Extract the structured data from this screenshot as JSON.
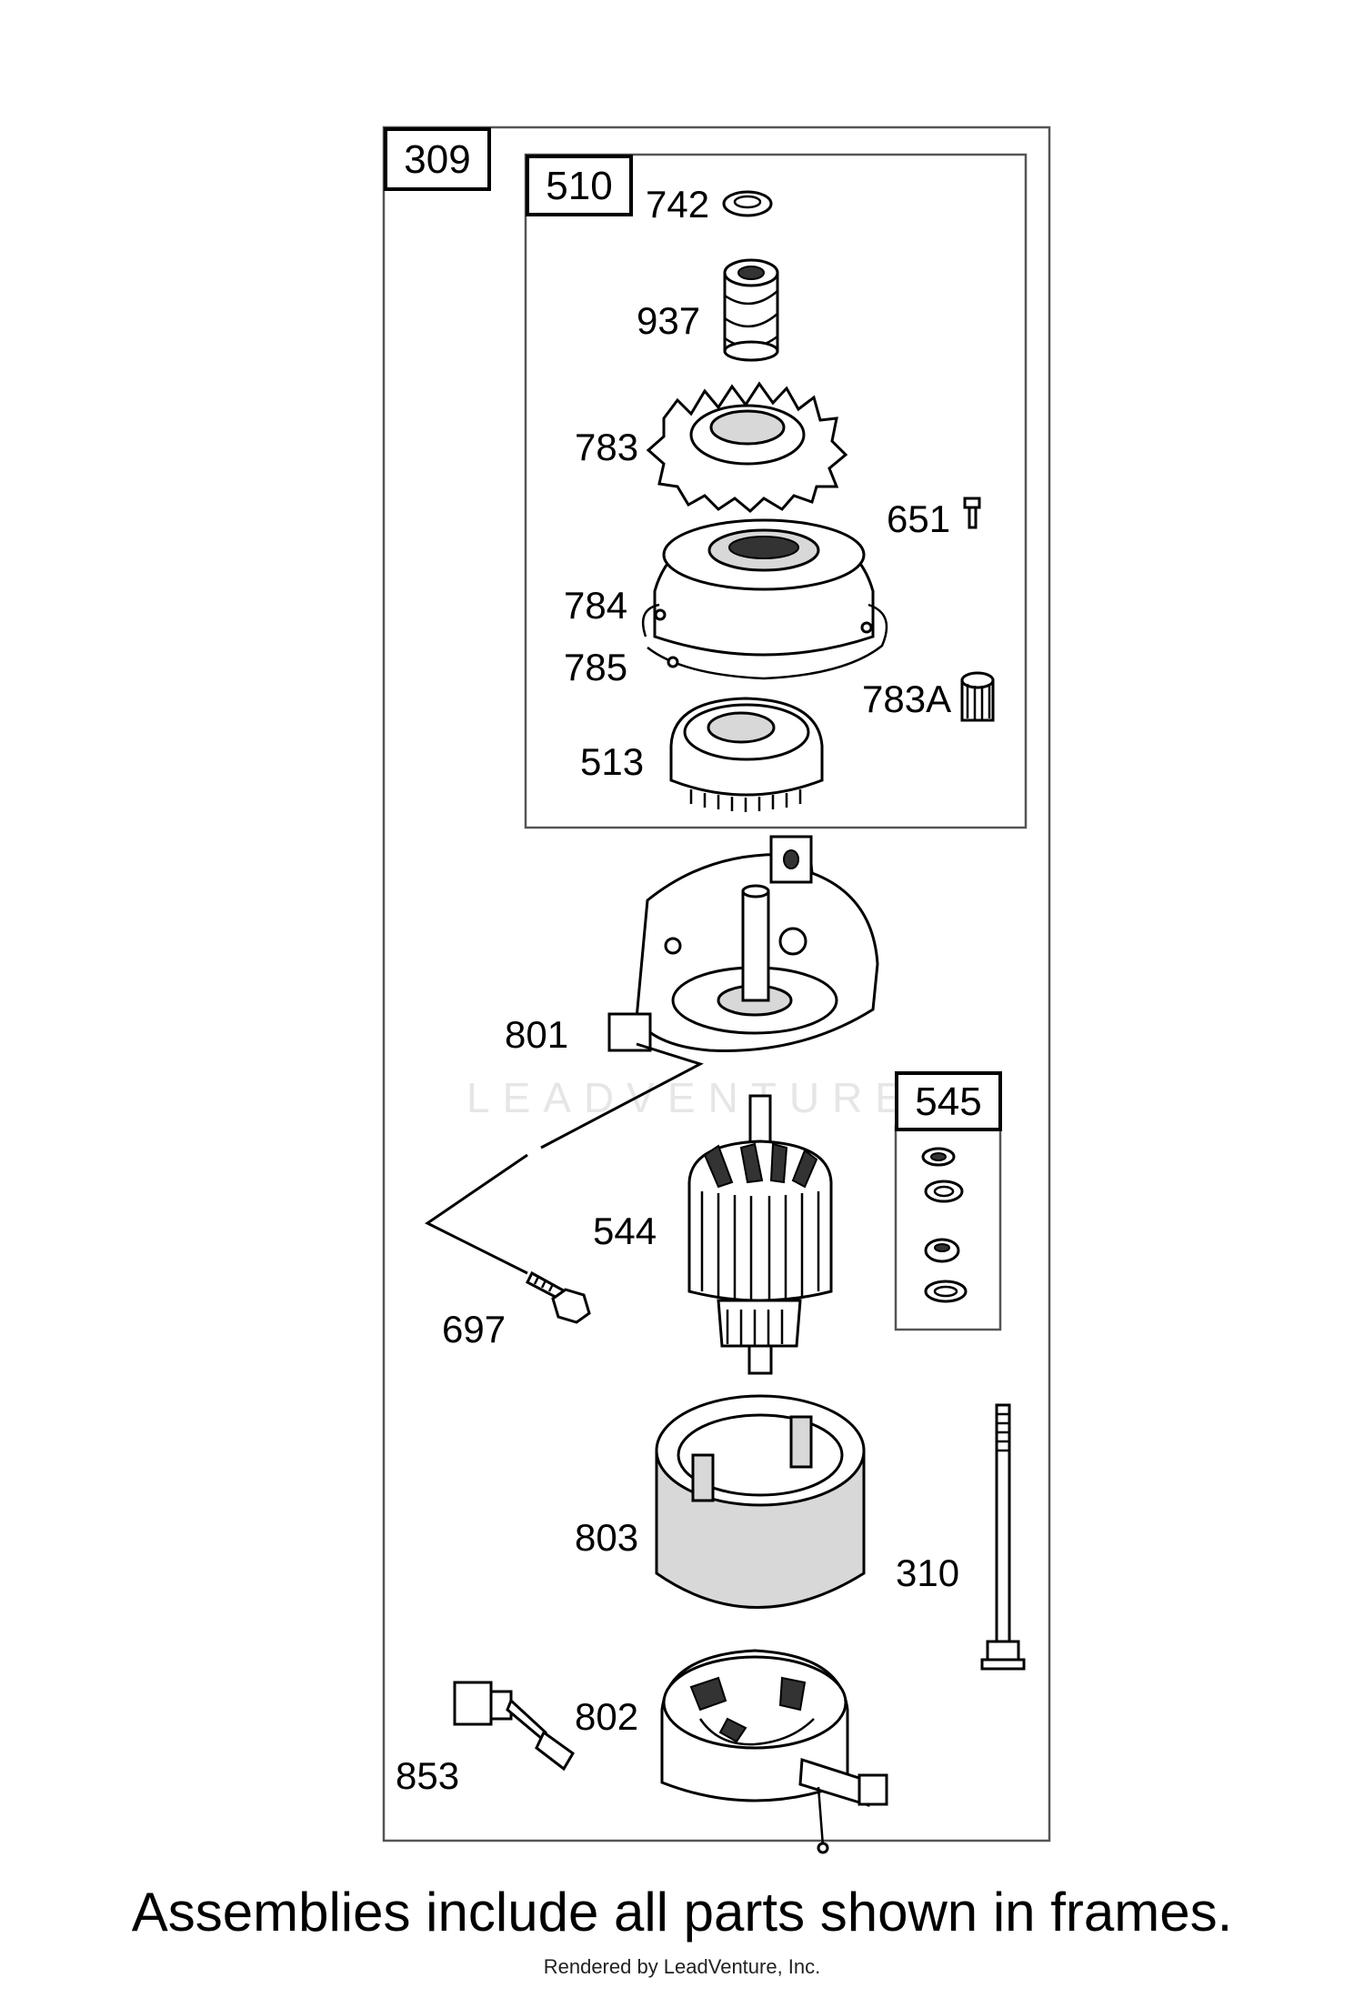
{
  "boxes": {
    "outer": "309",
    "top": "510",
    "washers": "545"
  },
  "parts": {
    "p742": "742",
    "p937": "937",
    "p783": "783",
    "p651": "651",
    "p784": "784",
    "p785": "785",
    "p783A": "783A",
    "p513": "513",
    "p801": "801",
    "p544": "544",
    "p697": "697",
    "p803": "803",
    "p310": "310",
    "p802": "802",
    "p853": "853"
  },
  "watermark": "LEADVENTURE",
  "caption": "Assemblies include all parts shown in frames.",
  "credit": "Rendered by LeadVenture, Inc."
}
